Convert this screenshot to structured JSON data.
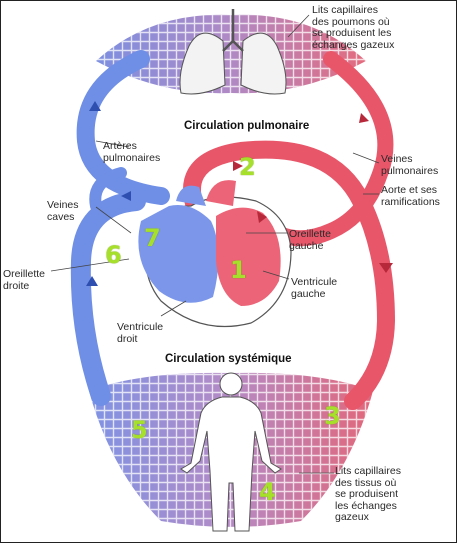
{
  "titles": {
    "pulmonary": "Circulation pulmonaire",
    "systemic": "Circulation systémique"
  },
  "labels": {
    "lung_capillaries": "Lits capillaires\ndes poumons où\nse produisent les\néchanges gazeux",
    "pulmonary_arteries": "Artères\npulmonaires",
    "pulmonary_veins": "Veines\npulmonaires",
    "aorta": "Aorte et ses\nramifications",
    "venae_cavae": "Veines\ncaves",
    "left_atrium": "Oreillette\ngauche",
    "right_atrium": "Oreillette\ndroite",
    "left_ventricle": "Ventricule\ngauche",
    "right_ventricle": "Ventricule\ndroit",
    "tissue_capillaries": "Lits capillaires\ndes tissus où\nse produisent\nles échanges\ngazeux"
  },
  "numbers": [
    "1",
    "2",
    "3",
    "4",
    "5",
    "6",
    "7"
  ],
  "colors": {
    "oxygenated": "#e8566a",
    "deoxygenated": "#6f8fe6",
    "capillary_mix": "#b58ac4",
    "number_marker": "#a6e02a",
    "leader_line": "#444444"
  }
}
